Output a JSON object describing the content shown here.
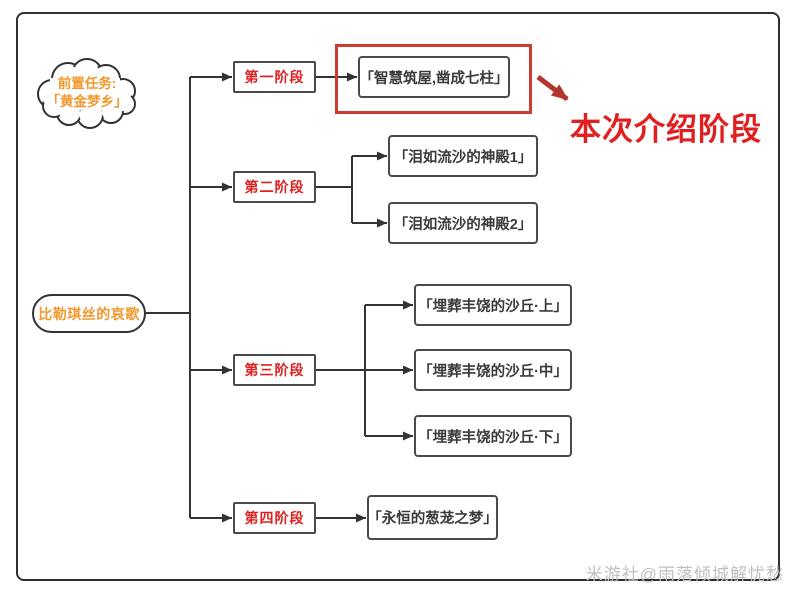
{
  "diagram": {
    "prerequisite": {
      "line1": "前置任务:",
      "line2": "「黄金梦乡」"
    },
    "root_label": "比勒琪丝的哀歌",
    "stages": [
      {
        "label": "第一阶段",
        "quests": [
          "「智慧筑屋,凿成七柱」"
        ],
        "highlighted": true
      },
      {
        "label": "第二阶段",
        "quests": [
          "「泪如流沙的神殿1」",
          "「泪如流沙的神殿2」"
        ],
        "highlighted": false
      },
      {
        "label": "第三阶段",
        "quests": [
          "「埋葬丰饶的沙丘·上」",
          "「埋葬丰饶的沙丘·中」",
          "「埋葬丰饶的沙丘·下」"
        ],
        "highlighted": false
      },
      {
        "label": "第四阶段",
        "quests": [
          "「永恒的葱茏之梦」"
        ],
        "highlighted": false
      }
    ],
    "highlight_note": "本次介绍阶段",
    "colors": {
      "accent_orange": "#f2982f",
      "stage_red": "#e02020",
      "highlight_red": "#cf3a31",
      "arrow_red": "#b5352c",
      "line_dark": "#333333",
      "text_dark": "#3a3a3a",
      "watermark_gray": "#bfbfbf"
    }
  },
  "watermark": "米游社@雨落倾城解忧愁"
}
